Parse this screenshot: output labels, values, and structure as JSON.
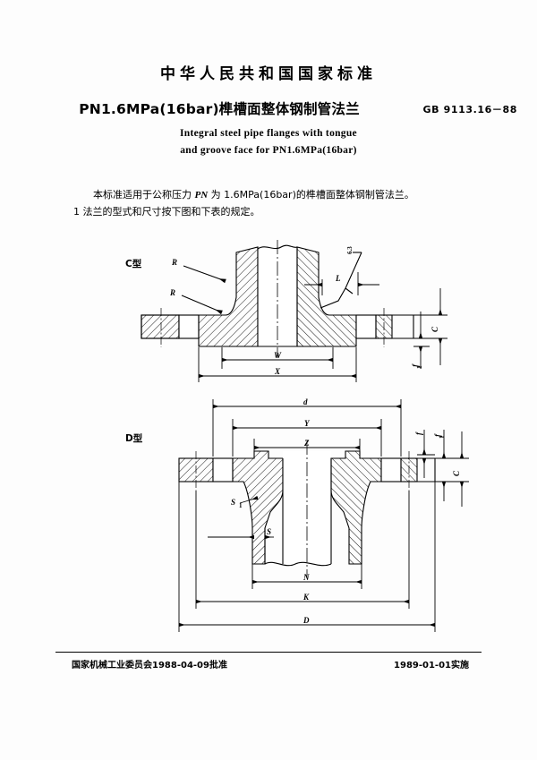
{
  "header": {
    "issuing_body": "中华人民共和国国家标准",
    "title_cn": "PN1.6MPa(16bar)榫槽面整体钢制管法兰",
    "standard_no": "GB 9113.16－88",
    "title_en_line1": "Integral steel pipe flanges with tongue",
    "title_en_line2": "and groove face for PN1.6MPa(16bar)"
  },
  "body": {
    "paragraph_1_pre": "本标准适用于公称压力 ",
    "paragraph_1_sym": "PN",
    "paragraph_1_post": " 为 1.6MPa(16bar)的榫槽面整体钢制管法兰。",
    "paragraph_2": "1  法兰的型式和尺寸按下图和下表的规定。"
  },
  "drawings": {
    "type_c": {
      "label": "C型",
      "surface_finish": "6.3",
      "dimensions": {
        "r_upper": "R",
        "r_lower": "R",
        "l": "L",
        "c": "C",
        "f1": "f₁",
        "w": "W",
        "x": "X"
      }
    },
    "type_d": {
      "label": "D型",
      "dimensions": {
        "d_small": "d",
        "y": "Y",
        "z": "Z",
        "f": "f",
        "f1": "f₁",
        "c": "C",
        "s1": "S₁",
        "s": "S",
        "n": "N",
        "k": "K",
        "d_large": "D"
      }
    }
  },
  "footer": {
    "approval": "国家机械工业委员会1988-04-09批准",
    "effective": "1989-01-01实施"
  },
  "colors": {
    "ink": "#000000",
    "paper": "#fdfdfd"
  }
}
